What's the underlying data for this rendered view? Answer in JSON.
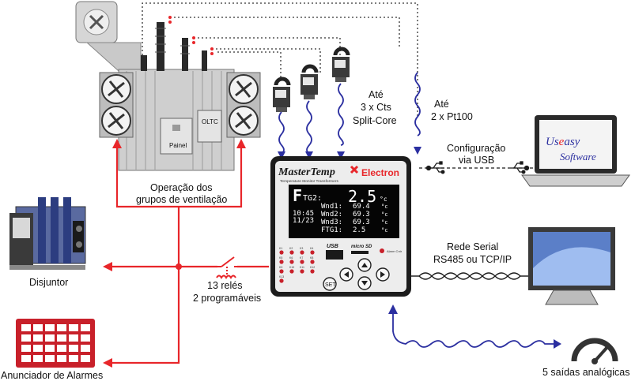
{
  "labels": {
    "ventilation": [
      "Operação dos",
      "grupos de ventilação"
    ],
    "relays": [
      "13 relés",
      "2 programáveis"
    ],
    "breaker": "Disjuntor",
    "annunciator": "Anunciador de Alarmes",
    "cts": [
      "Até",
      "3 x Cts",
      "Split-Core"
    ],
    "pt100": [
      "Até",
      "2 x Pt100"
    ],
    "config": [
      "Configuração",
      "via USB"
    ],
    "serial": [
      "Rede Serial",
      "RS485 ou TCP/IP"
    ],
    "analog": "5 saídas analógicas",
    "painel": "Painel",
    "oltc": "OLTC"
  },
  "device": {
    "brand": "MasterTemp",
    "subtitle": "Temperature Monitor Transformers",
    "maker": "Electron",
    "lcd": {
      "title": "TG2:",
      "main_value": "2.5",
      "main_unit": "°c",
      "time": "10:45",
      "date": "11/23",
      "rows": [
        {
          "name": "Wnd1:",
          "value": "69.4",
          "unit": "°c"
        },
        {
          "name": "Wnd2:",
          "value": "69.3",
          "unit": "°c"
        },
        {
          "name": "Wnd3:",
          "value": "69.3",
          "unit": "°c"
        },
        {
          "name": "FTG1:",
          "value": "2.5",
          "unit": "°c"
        }
      ]
    },
    "usb_label": "USB",
    "msd_label": "micro SD",
    "set_label": "SET",
    "alarm_label": "Alarm Cntr",
    "relay_leds": [
      "K1",
      "K2",
      "K3",
      "K4",
      "K5",
      "K6",
      "K7",
      "K8",
      "K9",
      "K10",
      "K11",
      "K12",
      "K13"
    ]
  },
  "software": {
    "brand_line1": "Us",
    "brand_e": "e",
    "brand_line1b": "asy",
    "brand_line2": "Software"
  },
  "colors": {
    "red": "#e8262a",
    "blue": "#2b2fa0",
    "dark": "#1a1a1a",
    "alarm_red": "#c8202a"
  }
}
